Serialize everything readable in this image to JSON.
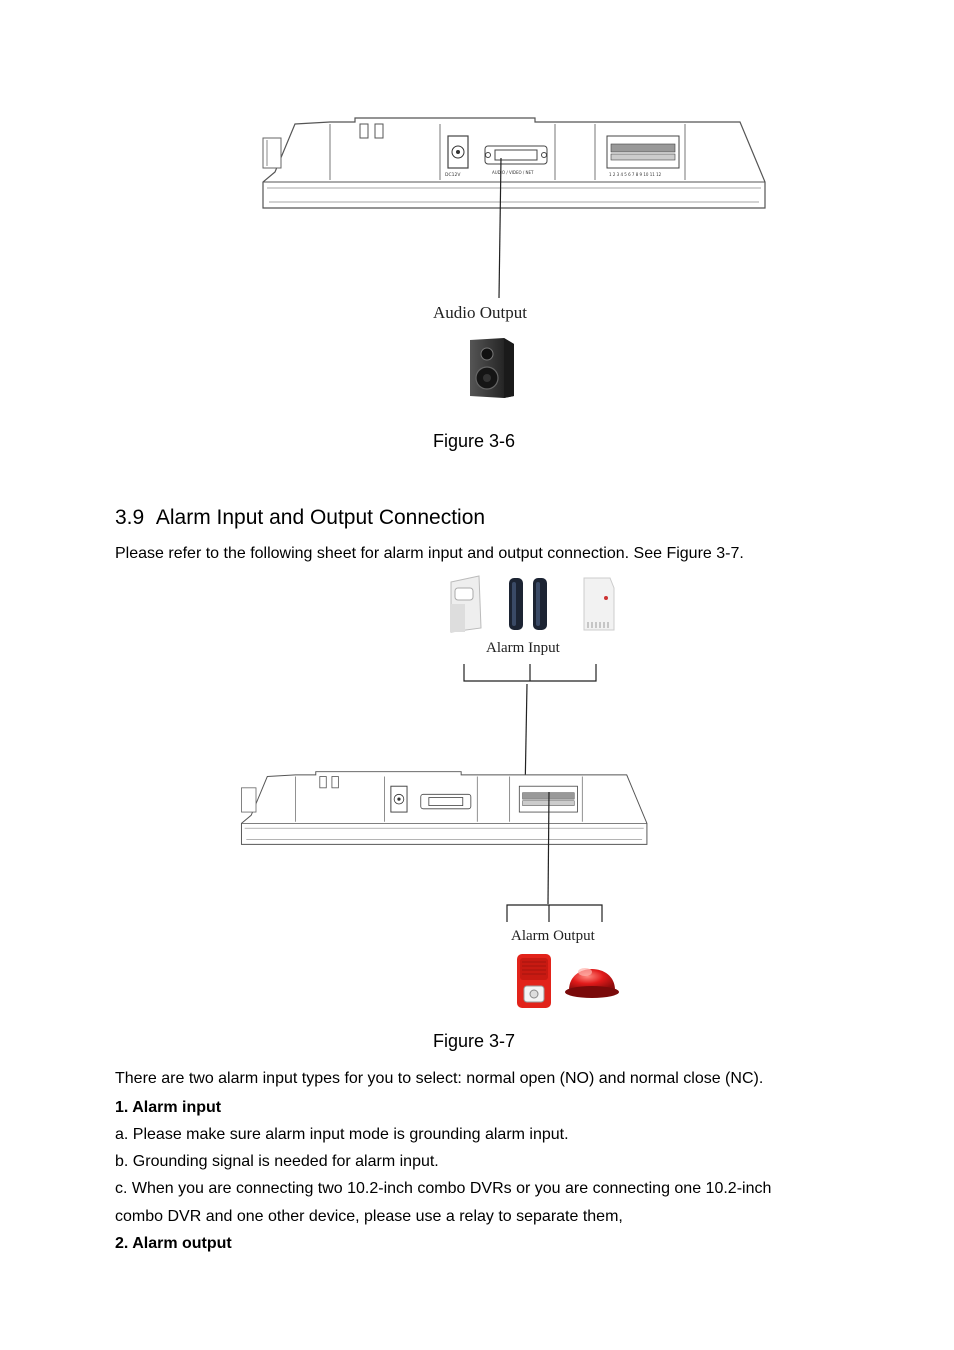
{
  "figure_3_6": {
    "device_label_1": "DC12V",
    "device_label_2": "AUDIO / VIDEO / NET",
    "device_label_3": "1 2 3 4 5 6 7 8 9 10 11 12",
    "output_label": "Audio Output",
    "caption": "Figure 3-6"
  },
  "section": {
    "number": "3.9",
    "title": "Alarm Input and Output Connection",
    "intro": "Please refer to the following sheet for alarm input and output connection. See Figure 3-7."
  },
  "figure_3_7": {
    "input_label": "Alarm Input",
    "output_label": "Alarm Output",
    "caption": "Figure 3-7"
  },
  "body": {
    "line1": "There are two alarm input types for you to select: normal open (NO) and normal close (NC).",
    "alarm_input_heading": "1. Alarm input",
    "item_a": "a. Please make sure alarm input mode is grounding alarm input.",
    "item_b": "b. Grounding signal is needed for alarm input.",
    "item_c_line1": "c. When you are connecting two 10.2-inch combo DVRs or you are connecting one 10.2-inch",
    "item_c_line2": "combo DVR and one other device, please use a relay to separate them,",
    "alarm_output_heading": "2. Alarm output"
  }
}
